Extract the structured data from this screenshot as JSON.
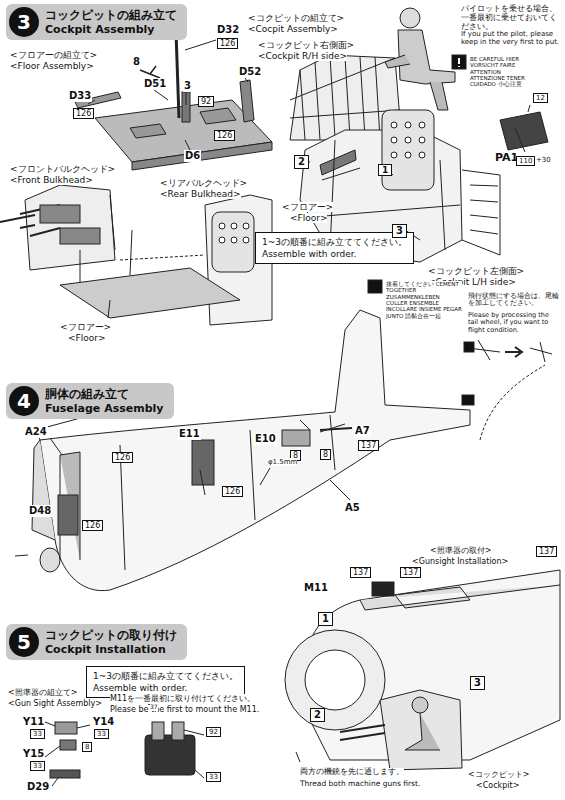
{
  "diagram": {
    "nodes": [
      {
        "text": [
          "3",
          "コックピットの組み立て",
          "Cockpit Assembly"
        ]
      },
      {
        "text": [
          "1~3の順番に組み立ててください。",
          "Assemble with order."
        ]
      },
      {
        "text": [
          "4",
          "胴体の組み立て",
          "Fuselage Assembly"
        ]
      },
      {
        "text": [
          "5",
          "コックピットの取り付け",
          "Cockpit Installation"
        ]
      },
      {
        "text": [
          "1~3の順番に組み立ててください。",
          "Assemble with order."
        ]
      }
    ],
    "labels": [
      "<フロアーの組立て>",
      "<Floor Assembly>",
      "D32",
      "126",
      "8",
      "D51",
      "3",
      "92",
      "D52",
      "D33",
      "126",
      "D6",
      "126",
      "<コクピットの組立て>",
      "<Cocpit Assembly>",
      "<コックピット右側面>",
      "<Cockpit R/H side>",
      "パイロットを乗せる場合、一番最初に乗せておいてください。",
      "If you put the pilot, please keep in the very first to put.",
      "BE CAREFUL HIER VORSICHT FAIRE ATTENTION ATTENZIONE TENER CUIDADO 小心注意",
      "12",
      "PA1",
      "110",
      "+30",
      "<フロントバルクヘッド>",
      "<Front Bulkhead>",
      "<リアバルクヘッド>",
      "<Rear Bulkhead>",
      "<フロアー>",
      "<Floor>",
      "2",
      "1",
      "3",
      "<フロアー>",
      "<Floor>",
      "<コックピット左側面>",
      "<Cockpit L/H side>",
      "接着してください CEMENT TOGETHER ZUSAMMENKLEBEN COLLER ENSEMBLE INCOLLARE INSIEME PEGAR JUNTO 請黏合在一起",
      "飛行状態にする場合は、尾輪を加工してください。",
      "Please by processing the tail wheel, if you want to flight condition.",
      "A7",
      "137",
      "E10",
      "8",
      "8",
      "A24",
      "E11",
      "126",
      "126",
      "D48",
      "126",
      "φ1.5mm",
      "A5",
      "<照準器の取付>",
      "<Gunsight Installation>",
      "137",
      "137",
      "M11",
      "137",
      "1",
      "M11を一番最初に取り付けてください。",
      "Please be the first to mount the M11.",
      "<照準器の組立て>",
      "<Gun Sight Assembly>",
      "Y11",
      "33",
      "Y14",
      "33",
      "8",
      "Y15",
      "33",
      "D29",
      "37",
      "92",
      "33",
      "2",
      "3",
      "両方の機銃を先に通します。",
      "Thread both machine guns first.",
      "<コックピット>",
      "<Cockpit>"
    ]
  }
}
